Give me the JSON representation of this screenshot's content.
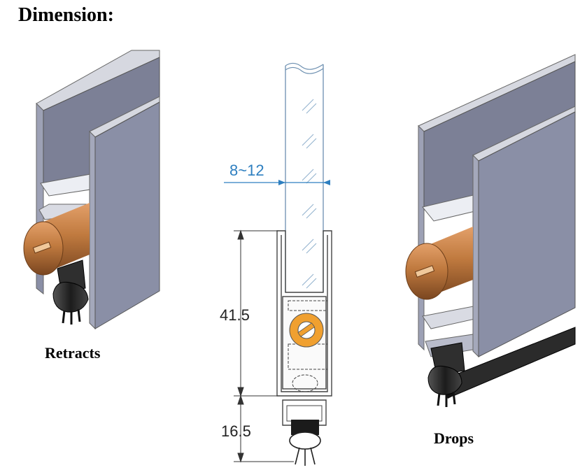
{
  "title": "Dimension:",
  "captions": {
    "retracts": "Retracts",
    "drops": "Drops"
  },
  "dimensions": {
    "glass_width": "8~12",
    "profile_height": "41.5",
    "seal_drop": "16.5"
  },
  "colors": {
    "profile": "#8a8fa6",
    "profile_light": "#b9bccb",
    "profile_dark": "#6f7389",
    "brass": "#c07a3f",
    "seal": "#2a2a2a",
    "dimension_blue": "#2e7fc0",
    "cam_orange": "#f0a030"
  }
}
